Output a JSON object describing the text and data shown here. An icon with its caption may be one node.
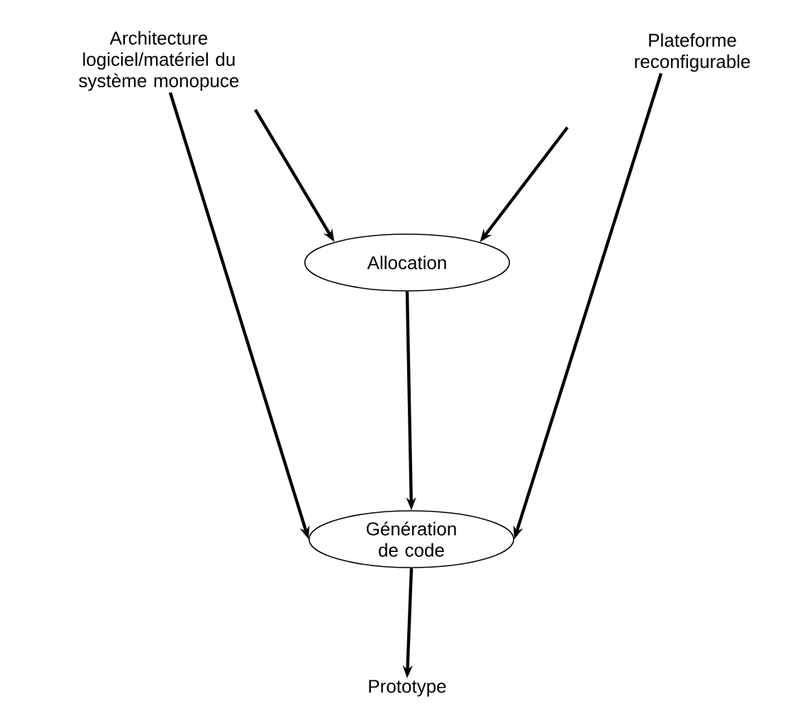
{
  "diagram": {
    "nodes": [
      {
        "text": [
          "Architecture logiciel/matériel du système monopuce"
        ]
      },
      {
        "text": [
          "Plateforme reconfigurable"
        ]
      },
      {
        "text": [
          "Allocation"
        ]
      },
      {
        "text": [
          "Génération de code"
        ]
      },
      {
        "text": [
          "Prototype"
        ]
      }
    ],
    "edges": [
      {
        "from": 0,
        "to": 2,
        "arrow": "to"
      },
      {
        "from": 1,
        "to": 2,
        "arrow": "to"
      },
      {
        "from": 0,
        "to": 3,
        "arrow": "to"
      },
      {
        "from": 1,
        "to": 3,
        "arrow": "to"
      },
      {
        "from": 2,
        "to": 3,
        "arrow": "to"
      },
      {
        "from": 3,
        "to": 4,
        "arrow": "to"
      }
    ]
  }
}
